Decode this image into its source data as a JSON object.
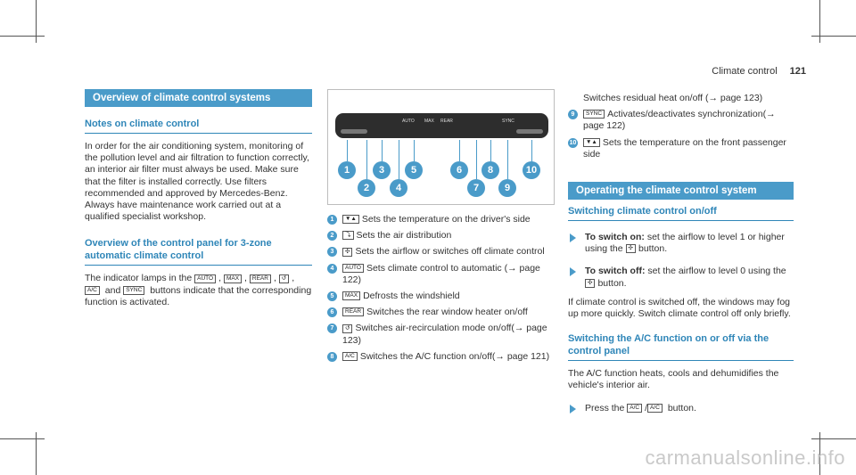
{
  "header": {
    "title": "Climate control",
    "page": "121"
  },
  "col1": {
    "section": "Overview of climate control systems",
    "sub1": "Notes on climate control",
    "para1": "In order for the air conditioning system, monitoring of the pollution level and air filtration to function correctly, an interior air filter must always be used. Make sure that the filter is installed correctly. Use filters recommended and approved by Mercedes-Benz. Always have maintenance work carried out at a qualified specialist workshop.",
    "sub2": "Overview of the control panel for 3-zone automatic climate control",
    "para2_a": "The indicator lamps in the",
    "para2_b": "and",
    "para2_c": "buttons indicate that the corresponding function is activated.",
    "sym_auto": "AUTO",
    "sym_max": "MAX",
    "sym_rear": "REAR",
    "sym_recirc": "↺",
    "sym_ac": "A/C",
    "sym_sync": "SYNC"
  },
  "figure": {
    "callouts": [
      "1",
      "2",
      "3",
      "4",
      "5",
      "6",
      "7",
      "8",
      "9",
      "10"
    ],
    "panel_labels": [
      "AUTO",
      "MAX",
      "REAR",
      "SYNC"
    ]
  },
  "col2": {
    "items": [
      {
        "n": "1",
        "sym": "▼▲",
        "text": "Sets the temperature on the driver's side"
      },
      {
        "n": "2",
        "sym": "⤵",
        "text": "Sets the air distribution"
      },
      {
        "n": "3",
        "sym": "✣",
        "text": "Sets the airflow or switches off climate control"
      },
      {
        "n": "4",
        "sym": "AUTO",
        "text": "Sets climate control to automatic (→ page 122)"
      },
      {
        "n": "5",
        "sym": "MAX",
        "text": "Defrosts the windshield"
      },
      {
        "n": "6",
        "sym": "REAR",
        "text": "Switches the rear window heater on/off"
      },
      {
        "n": "7",
        "sym": "↺",
        "text": "Switches air-recirculation mode on/off(→ page 123)"
      },
      {
        "n": "8",
        "sym": "A/C",
        "text": "Switches the A/C function on/off(→ page 121)"
      }
    ]
  },
  "col3": {
    "cont": "Switches residual heat on/off (→ page 123)",
    "items": [
      {
        "n": "9",
        "sym": "SYNC",
        "text": "Activates/deactivates synchronization(→ page 122)"
      },
      {
        "n": "10",
        "sym": "▼▲",
        "text": "Sets the temperature on the front passenger side"
      }
    ],
    "section": "Operating the climate control system",
    "sub1": "Switching climate control on/off",
    "step1_label": "To switch on:",
    "step1_a": "set the airflow to level 1 or higher using the",
    "step1_b": "button.",
    "step2_label": "To switch off:",
    "step2_a": "set the airflow to level 0 using the",
    "step2_b": "button.",
    "sym_fan": "✣",
    "para1": "If climate control is switched off, the windows may fog up more quickly. Switch climate control off only briefly.",
    "sub2": "Switching the A/C function on or off via the control panel",
    "para2": "The A/C function heats, cools and dehumidifies the vehicle's interior air.",
    "step3_a": "Press the",
    "step3_sep": "/",
    "step3_b": "button.",
    "sym_ac": "A/C"
  },
  "watermark": "carmanualsonline.info"
}
